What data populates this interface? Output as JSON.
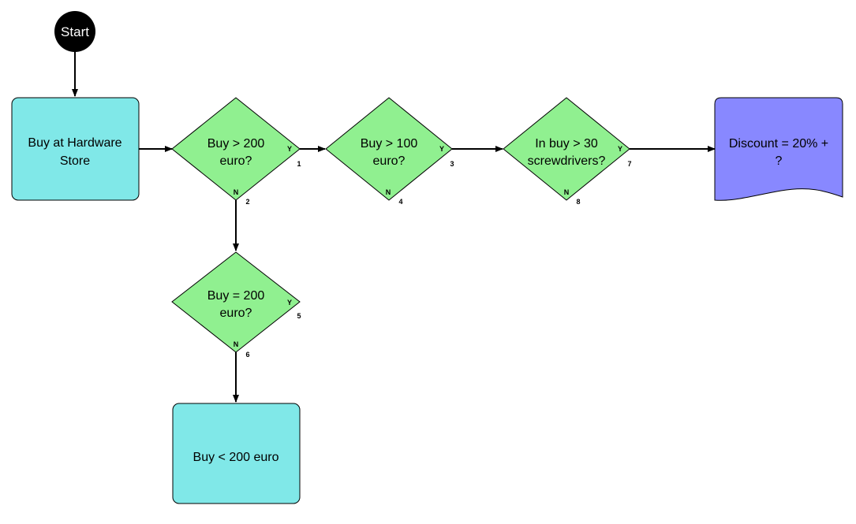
{
  "colors": {
    "process_fill": "#80e8e8",
    "decision_fill": "#90f090",
    "document_fill": "#8888ff",
    "start_fill": "#000000",
    "stroke": "#000000"
  },
  "start": {
    "label": "Start"
  },
  "process_hardware": {
    "line1": "Buy at Hardware",
    "line2": "Store"
  },
  "decision_200": {
    "line1": "Buy > 200",
    "line2": "euro?",
    "yes": "Y",
    "no": "N",
    "yes_num": "1",
    "no_num": "2"
  },
  "decision_100": {
    "line1": "Buy > 100",
    "line2": "euro?",
    "yes": "Y",
    "no": "N",
    "yes_num": "3",
    "no_num": "4"
  },
  "decision_screw": {
    "line1": "In buy > 30",
    "line2": "screwdrivers?",
    "yes": "Y",
    "no": "N",
    "yes_num": "7",
    "no_num": "8"
  },
  "document_discount": {
    "line1": "Discount = 20% +",
    "line2": "?"
  },
  "decision_eq200": {
    "line1": "Buy = 200",
    "line2": "euro?",
    "yes": "Y",
    "no": "N",
    "yes_num": "5",
    "no_num": "6"
  },
  "process_less200": {
    "label": "Buy < 200 euro"
  }
}
